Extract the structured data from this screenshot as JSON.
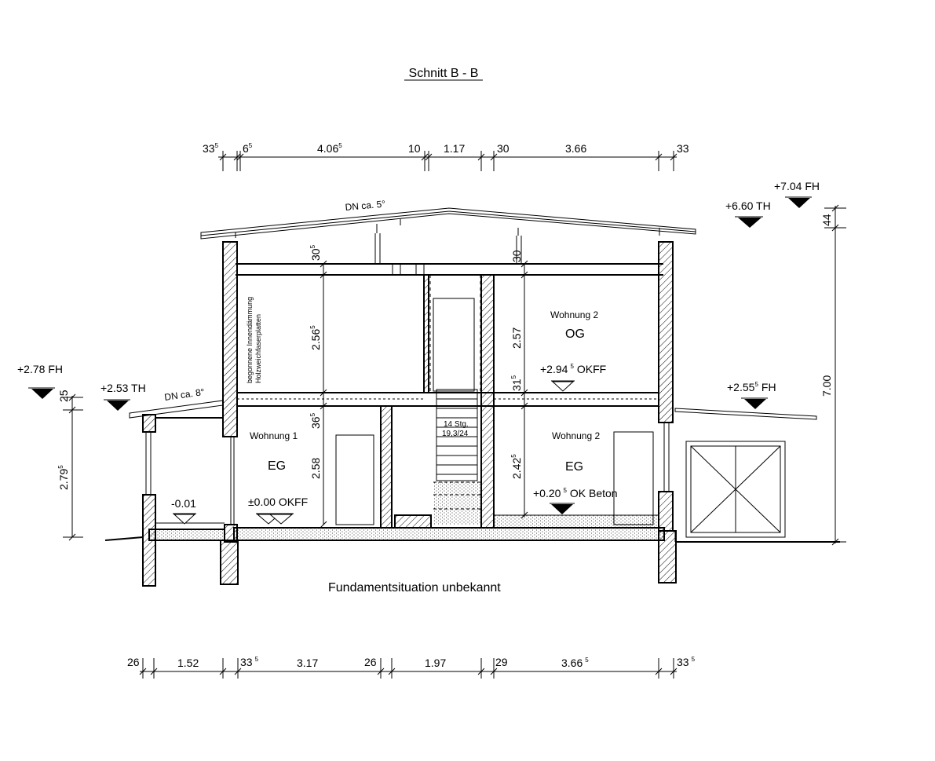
{
  "title": "Schnitt B - B",
  "footer_note": "Fundamentsituation unbekannt",
  "roof_pitch_main": "DN ca. 5°",
  "roof_pitch_annex": "DN ca. 8°",
  "insulation_note": [
    "begonnene Innendämmung",
    "Holzweichfaserplatten"
  ],
  "stair_note": [
    "14 Stg.",
    "19,3/24"
  ],
  "rooms": {
    "og_unit": "Wohnung 2",
    "og_floor": "OG",
    "eg1_unit": "Wohnung 1",
    "eg1_floor": "EG",
    "eg2_unit": "Wohnung 2",
    "eg2_floor": "EG"
  },
  "top_dims": [
    {
      "v": "33",
      "s": "5"
    },
    {
      "v": "6",
      "s": "5"
    },
    {
      "v": "4.06",
      "s": "5"
    },
    {
      "v": "10",
      "s": ""
    },
    {
      "v": "1.17",
      "s": ""
    },
    {
      "v": "30",
      "s": ""
    },
    {
      "v": "3.66",
      "s": ""
    },
    {
      "v": "33",
      "s": ""
    }
  ],
  "bottom_dims": [
    {
      "v": "26",
      "s": ""
    },
    {
      "v": "1.52",
      "s": ""
    },
    {
      "v": "33",
      "s": "5"
    },
    {
      "v": "3.17",
      "s": ""
    },
    {
      "v": "26",
      "s": ""
    },
    {
      "v": "1.97",
      "s": ""
    },
    {
      "v": "29",
      "s": ""
    },
    {
      "v": "3.66",
      "s": "5"
    },
    {
      "v": "33",
      "s": "5"
    }
  ],
  "vertical_dims": {
    "left_30": {
      "v": "30",
      "s": "5"
    },
    "left_256": {
      "v": "2.56",
      "s": "5"
    },
    "left_36": {
      "v": "36",
      "s": "5"
    },
    "left_258": {
      "v": "2.58",
      "s": ""
    },
    "right_30": {
      "v": "30",
      "s": ""
    },
    "right_257": {
      "v": "2.57",
      "s": ""
    },
    "right_31": {
      "v": "31",
      "s": "5"
    },
    "right_242": {
      "v": "2.42",
      "s": "5"
    },
    "annex_25": {
      "v": "25",
      "s": ""
    },
    "annex_279": {
      "v": "2.79",
      "s": "5"
    },
    "total_700": {
      "v": "7.00",
      "s": ""
    },
    "total_44": {
      "v": "44",
      "s": ""
    }
  },
  "levels": {
    "fh_704": "+7.04 FH",
    "th_660": "+6.60 TH",
    "fh_278": "+2.78 FH",
    "th_253": "+2.53 TH",
    "fh_255_a": "+2.55",
    "fh_255_s": "5",
    "fh_255_b": "FH",
    "okff_294_a": "+2.94",
    "okff_294_s": "5",
    "okff_294_b": "OKFF",
    "okff_000": "±0.00 OKFF",
    "lvl_001": "-0.01",
    "beton_020_a": "+0.20",
    "beton_020_s": "5",
    "beton_020_b": "OK Beton"
  }
}
